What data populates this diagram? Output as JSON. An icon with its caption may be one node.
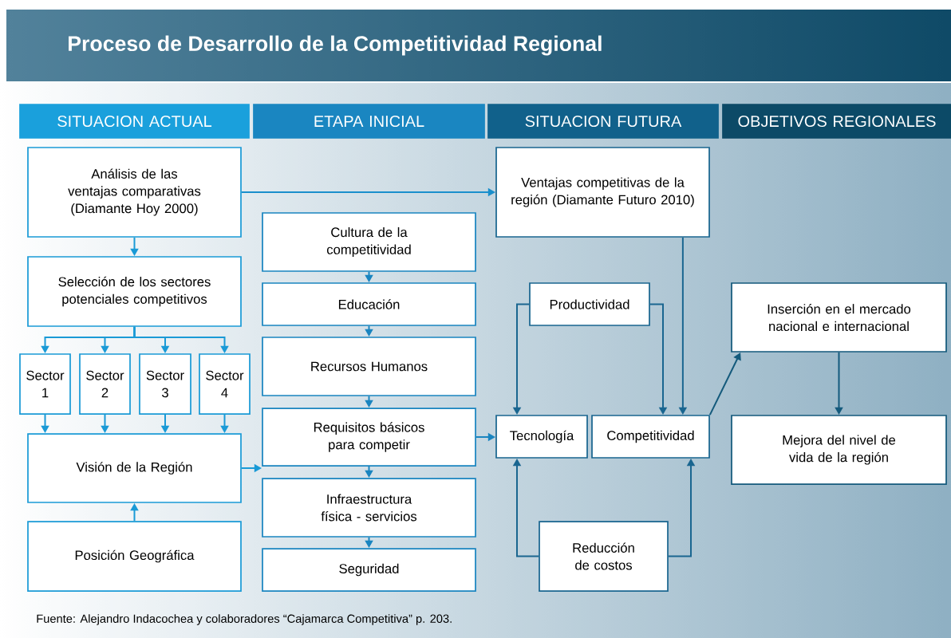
{
  "diagram": {
    "title": "Proceso de Desarrollo de la Competitividad Regional",
    "caption": "Fuente: Alejandro Indacochea y colaboradores “Cajamarca Competitiva” p. 203.",
    "nodes": [
      {
        "text": [
          "SITUACION ACTUAL"
        ]
      },
      {
        "text": [
          "ETAPA INICIAL"
        ]
      },
      {
        "text": [
          "SITUACION FUTURA"
        ]
      },
      {
        "text": [
          "OBJETIVOS REGIONALES"
        ]
      },
      {
        "text": [
          "Análisis de las ventajas comparativas (Diamante Hoy 2000)"
        ]
      },
      {
        "text": [
          "Ventajas competitivas de la región (Diamante Futuro 2010)"
        ]
      },
      {
        "text": [
          "Cultura de la competitividad"
        ]
      },
      {
        "text": [
          "Selección de los sectores potenciales competitivos"
        ]
      },
      {
        "text": [
          "Educación"
        ]
      },
      {
        "text": [
          "Productividad"
        ]
      },
      {
        "text": [
          "Inserción en el mercado nacional e internacional"
        ]
      },
      {
        "text": [
          "Sector 1"
        ]
      },
      {
        "text": [
          "Sector 2"
        ]
      },
      {
        "text": [
          "Sector 3"
        ]
      },
      {
        "text": [
          "Sector 4"
        ]
      },
      {
        "text": [
          "Recursos Humanos"
        ]
      },
      {
        "text": [
          "Requisitos básicos para competir"
        ]
      },
      {
        "text": [
          "Tecnología"
        ]
      },
      {
        "text": [
          "Competitividad"
        ]
      },
      {
        "text": [
          "Visión de la Región"
        ]
      },
      {
        "text": [
          "Mejora del nivel de vida de la región"
        ]
      },
      {
        "text": [
          "Infraestructura física - servicios"
        ]
      },
      {
        "text": [
          "Posición Geográfica"
        ]
      },
      {
        "text": [
          "Reducción de costos"
        ]
      },
      {
        "text": [
          "Seguridad"
        ]
      }
    ],
    "edges": [
      {
        "from": 4,
        "to": 5,
        "arrow": "to",
        "color": "#1a8fcc"
      },
      {
        "from": 4,
        "to": 7,
        "arrow": "to"
      },
      {
        "from": 7,
        "to": 11,
        "arrow": "to"
      },
      {
        "from": 7,
        "to": 12,
        "arrow": "to"
      },
      {
        "from": 7,
        "to": 13,
        "arrow": "to"
      },
      {
        "from": 7,
        "to": 14,
        "arrow": "to"
      },
      {
        "from": 11,
        "to": 19,
        "arrow": "to"
      },
      {
        "from": 12,
        "to": 19,
        "arrow": "to"
      },
      {
        "from": 13,
        "to": 19,
        "arrow": "to"
      },
      {
        "from": 14,
        "to": 19,
        "arrow": "to"
      },
      {
        "from": 22,
        "to": 19,
        "arrow": "to"
      },
      {
        "from": 19,
        "to": 16,
        "arrow": "to"
      },
      {
        "from": 6,
        "to": 8,
        "arrow": "to",
        "color": "#1a85c0"
      },
      {
        "from": 8,
        "to": 15,
        "arrow": "to",
        "color": "#1a85c0"
      },
      {
        "from": 15,
        "to": 16,
        "arrow": "to",
        "color": "#1a85c0"
      },
      {
        "from": 16,
        "to": 21,
        "arrow": "to",
        "color": "#1a85c0"
      },
      {
        "from": 21,
        "to": 24,
        "arrow": "to",
        "color": "#1a85c0"
      },
      {
        "from": 16,
        "to": 17,
        "arrow": "to",
        "color": "#1a85c0"
      },
      {
        "from": 5,
        "to": 18,
        "arrow": "to",
        "color": "#1a6690"
      },
      {
        "from": 9,
        "to": 17,
        "arrow": "to",
        "color": "#1a6690"
      },
      {
        "from": 9,
        "to": 18,
        "arrow": "to",
        "color": "#1a6690"
      },
      {
        "from": 23,
        "to": 17,
        "arrow": "to",
        "color": "#1a6690"
      },
      {
        "from": 23,
        "to": 18,
        "arrow": "to",
        "color": "#1a6690"
      },
      {
        "from": 18,
        "to": 10,
        "arrow": "to",
        "color": "#145a7c"
      },
      {
        "from": 10,
        "to": 20,
        "arrow": "to",
        "color": "#145a7c"
      }
    ]
  }
}
